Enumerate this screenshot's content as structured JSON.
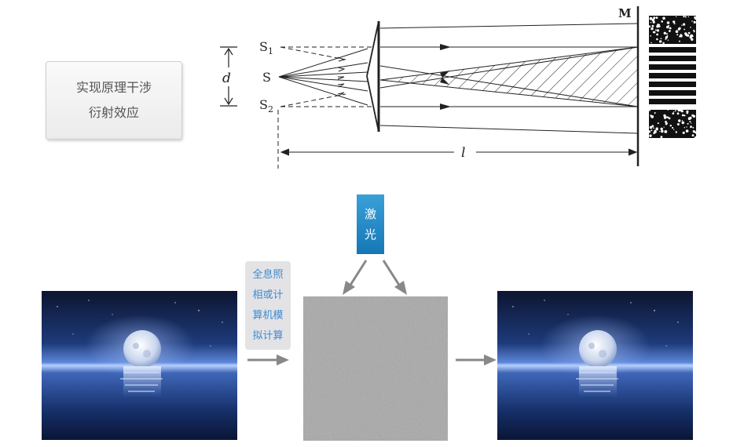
{
  "principle_box": {
    "line1": "实现原理干涉",
    "line2": "衍射效应"
  },
  "laser_box": {
    "line1": "激",
    "line2": "光"
  },
  "hologram_box": {
    "line1": "全息照",
    "line2": "相或计",
    "line3": "算机模",
    "line4": "拟计算"
  },
  "diagram": {
    "label_m": "M",
    "label_s1": "S",
    "label_s1_sub": "1",
    "label_s": "S",
    "label_s2": "S",
    "label_s2_sub": "2",
    "label_d": "d",
    "label_l": "l"
  },
  "colors": {
    "laser_blue": "#1f86c8",
    "holo_text": "#3d8ad0",
    "arrow_gray": "#888888"
  }
}
